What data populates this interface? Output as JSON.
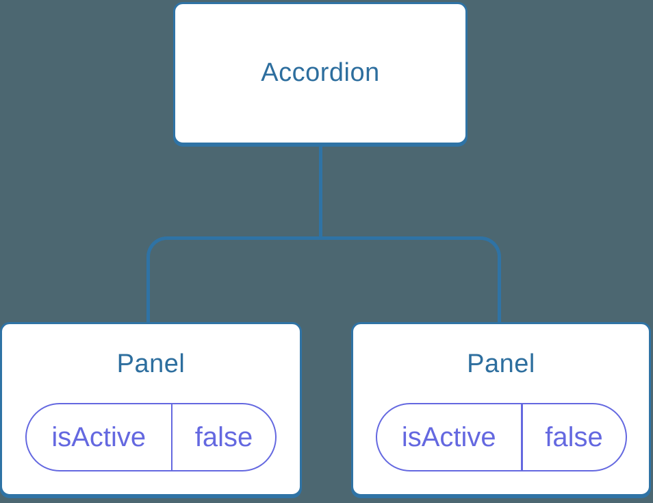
{
  "diagram": {
    "root": {
      "label": "Accordion"
    },
    "children": [
      {
        "label": "Panel",
        "state": {
          "name": "isActive",
          "value": "false"
        }
      },
      {
        "label": "Panel",
        "state": {
          "name": "isActive",
          "value": "false"
        }
      }
    ]
  },
  "colors": {
    "background": "#4C6771",
    "node_fill": "#FFFFFF",
    "node_border": "#2F73A5",
    "node_text": "#2D6E9E",
    "connector": "#2F73A5",
    "state_accent": "#6468E0"
  }
}
